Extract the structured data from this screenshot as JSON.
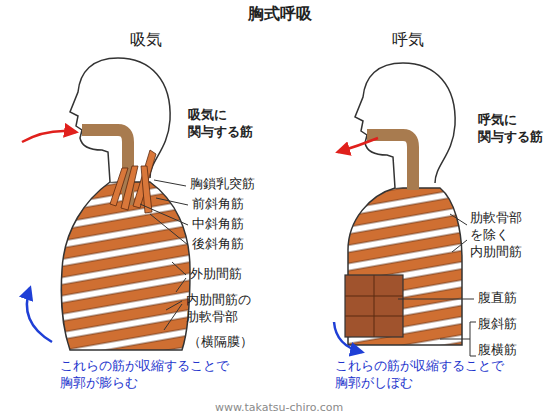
{
  "diagram": {
    "title": "胸式呼吸",
    "labels": [
      "吸気",
      "呼気",
      "吸気に 関与する筋",
      "胸鎖乳突筋",
      "前斜角筋",
      "中斜角筋",
      "後斜角筋",
      "外肋間筋",
      "内肋間筋の 肋軟骨部",
      "（横隔膜）",
      "これらの筋が収縮することで 胸郭が膨らむ",
      "呼気に 関与する筋",
      "肋軟骨部 を除く 内肋間筋",
      "腹直筋",
      "腹斜筋",
      "腹横筋",
      "これらの筋が収縮することで 胸郭がしぼむ",
      "www.takatsu-chiro.com"
    ]
  }
}
